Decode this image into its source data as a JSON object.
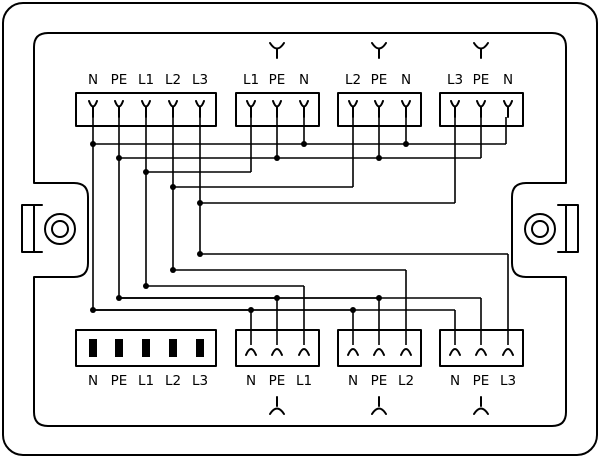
{
  "top_input": {
    "labels": [
      "N",
      "PE",
      "L1",
      "L2",
      "L3"
    ]
  },
  "top_outputs": [
    {
      "labels": [
        "L1",
        "PE",
        "N"
      ]
    },
    {
      "labels": [
        "L2",
        "PE",
        "N"
      ]
    },
    {
      "labels": [
        "L3",
        "PE",
        "N"
      ]
    }
  ],
  "bottom_input": {
    "labels": [
      "N",
      "PE",
      "L1",
      "L2",
      "L3"
    ]
  },
  "bottom_outputs": [
    {
      "labels": [
        "N",
        "PE",
        "L1"
      ]
    },
    {
      "labels": [
        "N",
        "PE",
        "L2"
      ]
    },
    {
      "labels": [
        "N",
        "PE",
        "L3"
      ]
    }
  ],
  "colors": {
    "line": "#000000",
    "background": "#ffffff"
  }
}
